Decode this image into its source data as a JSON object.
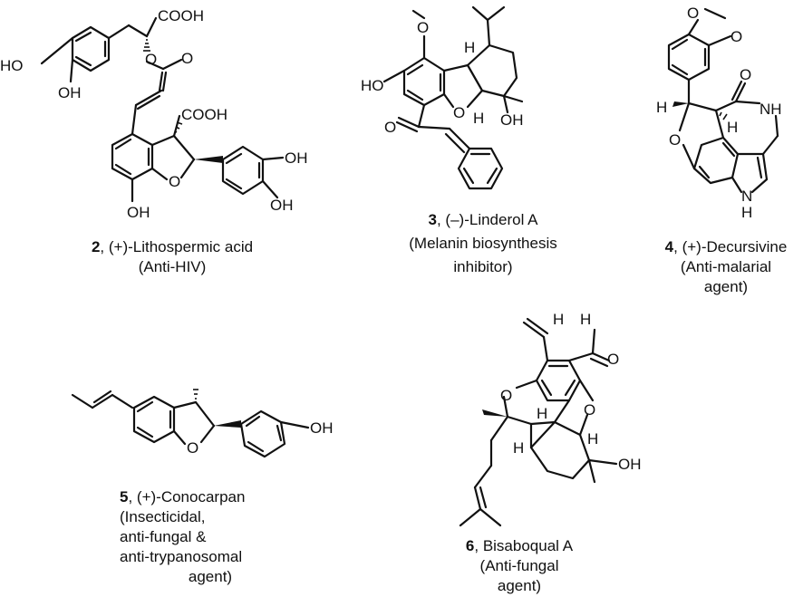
{
  "compounds": [
    {
      "number": "2",
      "name": ", (+)-Lithospermic acid",
      "notes": [
        "(Anti-HIV)"
      ]
    },
    {
      "number": "3",
      "name": ", (–)-Linderol A",
      "notes": [
        "(Melanin biosynthesis",
        "inhibitor)"
      ]
    },
    {
      "number": "4",
      "name": ", (+)-Decursivine",
      "notes": [
        "(Anti-malarial",
        "agent)"
      ]
    },
    {
      "number": "5",
      "name": ", (+)-Conocarpan",
      "notes": [
        "(Insecticidal,",
        "anti-fungal &",
        "anti-trypanosomal",
        "agent)"
      ]
    },
    {
      "number": "6",
      "name": ", Bisaboqual A",
      "notes": [
        "(Anti-fungal",
        "agent)"
      ]
    }
  ],
  "atom_labels": {
    "cooh": "COOH",
    "ho": "HO",
    "oh": "OH",
    "o": "O",
    "h": "H",
    "nh": "NH",
    "n_h": "N",
    "n_h_h": "H"
  }
}
